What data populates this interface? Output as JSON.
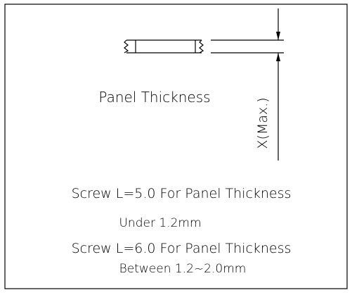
{
  "panel_label": "Panel Thickness",
  "dimension_label": "X(Max.)",
  "notes": [
    {
      "line1": "Screw L=5.0 For Panel Thickness",
      "line2": "Under 1.2mm"
    },
    {
      "line1": "Screw L=6.0 For Panel Thickness",
      "line2": "Between 1.2~2.0mm"
    }
  ]
}
